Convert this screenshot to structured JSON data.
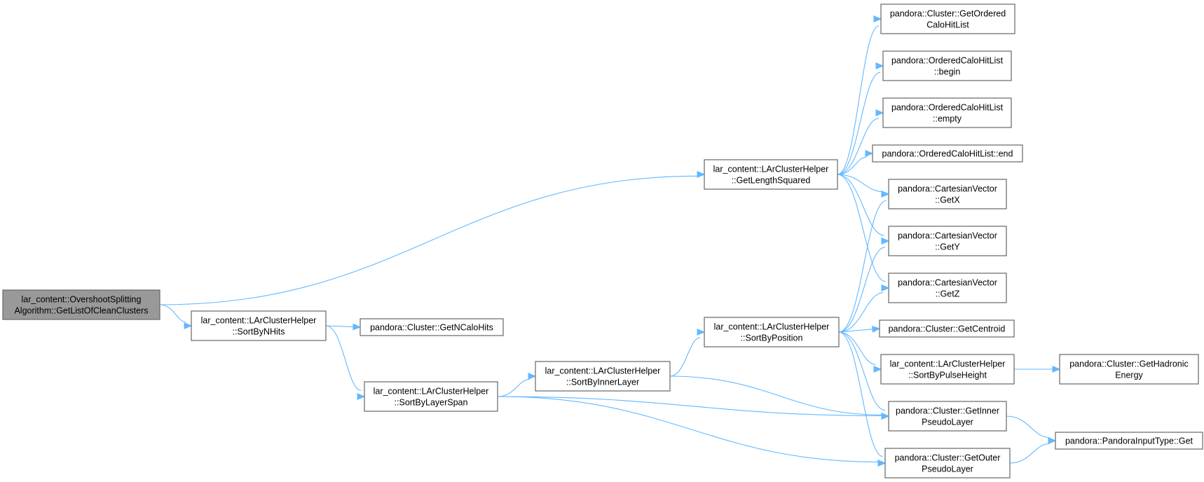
{
  "graph": {
    "root": "root",
    "colors": {
      "edge": "#63b8ff",
      "node_border": "#666666",
      "root_fill": "#999999",
      "node_fill": "#ffffff"
    },
    "nodes": {
      "root": {
        "lines": [
          "lar_content::OvershootSplitting",
          "Algorithm::GetListOfCleanClusters"
        ]
      },
      "getLengthSquared": {
        "lines": [
          "lar_content::LArClusterHelper",
          "::GetLengthSquared"
        ]
      },
      "sortByNHits": {
        "lines": [
          "lar_content::LArClusterHelper",
          "::SortByNHits"
        ]
      },
      "getNCaloHits": {
        "lines": [
          "pandora::Cluster::GetNCaloHits"
        ]
      },
      "sortByLayerSpan": {
        "lines": [
          "lar_content::LArClusterHelper",
          "::SortByLayerSpan"
        ]
      },
      "sortByInnerLayer": {
        "lines": [
          "lar_content::LArClusterHelper",
          "::SortByInnerLayer"
        ]
      },
      "sortByPosition": {
        "lines": [
          "lar_content::LArClusterHelper",
          "::SortByPosition"
        ]
      },
      "getOrderedCaloHitList": {
        "lines": [
          "pandora::Cluster::GetOrdered",
          "CaloHitList"
        ]
      },
      "ochlBegin": {
        "lines": [
          "pandora::OrderedCaloHitList",
          "::begin"
        ]
      },
      "ochlEmpty": {
        "lines": [
          "pandora::OrderedCaloHitList",
          "::empty"
        ]
      },
      "ochlEnd": {
        "lines": [
          "pandora::OrderedCaloHitList::end"
        ]
      },
      "getX": {
        "lines": [
          "pandora::CartesianVector",
          "::GetX"
        ]
      },
      "getY": {
        "lines": [
          "pandora::CartesianVector",
          "::GetY"
        ]
      },
      "getZ": {
        "lines": [
          "pandora::CartesianVector",
          "::GetZ"
        ]
      },
      "getCentroid": {
        "lines": [
          "pandora::Cluster::GetCentroid"
        ]
      },
      "sortByPulseHeight": {
        "lines": [
          "lar_content::LArClusterHelper",
          "::SortByPulseHeight"
        ]
      },
      "getHadronicEnergy": {
        "lines": [
          "pandora::Cluster::GetHadronic",
          "Energy"
        ]
      },
      "getInnerPseudoLayer": {
        "lines": [
          "pandora::Cluster::GetInner",
          "PseudoLayer"
        ]
      },
      "getOuterPseudoLayer": {
        "lines": [
          "pandora::Cluster::GetOuter",
          "PseudoLayer"
        ]
      },
      "pandoraInputTypeGet": {
        "lines": [
          "pandora::PandoraInputType::Get"
        ]
      }
    },
    "edges": [
      [
        "root",
        "getLengthSquared"
      ],
      [
        "root",
        "sortByNHits"
      ],
      [
        "sortByNHits",
        "getNCaloHits"
      ],
      [
        "sortByNHits",
        "sortByLayerSpan"
      ],
      [
        "sortByLayerSpan",
        "sortByInnerLayer"
      ],
      [
        "sortByLayerSpan",
        "getInnerPseudoLayer"
      ],
      [
        "sortByLayerSpan",
        "getOuterPseudoLayer"
      ],
      [
        "sortByInnerLayer",
        "sortByPosition"
      ],
      [
        "sortByInnerLayer",
        "getInnerPseudoLayer"
      ],
      [
        "getLengthSquared",
        "getOrderedCaloHitList"
      ],
      [
        "getLengthSquared",
        "ochlBegin"
      ],
      [
        "getLengthSquared",
        "ochlEmpty"
      ],
      [
        "getLengthSquared",
        "ochlEnd"
      ],
      [
        "getLengthSquared",
        "getX"
      ],
      [
        "getLengthSquared",
        "getY"
      ],
      [
        "getLengthSquared",
        "getZ"
      ],
      [
        "sortByPosition",
        "getX"
      ],
      [
        "sortByPosition",
        "getY"
      ],
      [
        "sortByPosition",
        "getZ"
      ],
      [
        "sortByPosition",
        "getCentroid"
      ],
      [
        "sortByPosition",
        "sortByPulseHeight"
      ],
      [
        "sortByPosition",
        "getInnerPseudoLayer"
      ],
      [
        "sortByPosition",
        "getOuterPseudoLayer"
      ],
      [
        "sortByPulseHeight",
        "getHadronicEnergy"
      ],
      [
        "getInnerPseudoLayer",
        "pandoraInputTypeGet"
      ],
      [
        "getOuterPseudoLayer",
        "pandoraInputTypeGet"
      ]
    ]
  }
}
